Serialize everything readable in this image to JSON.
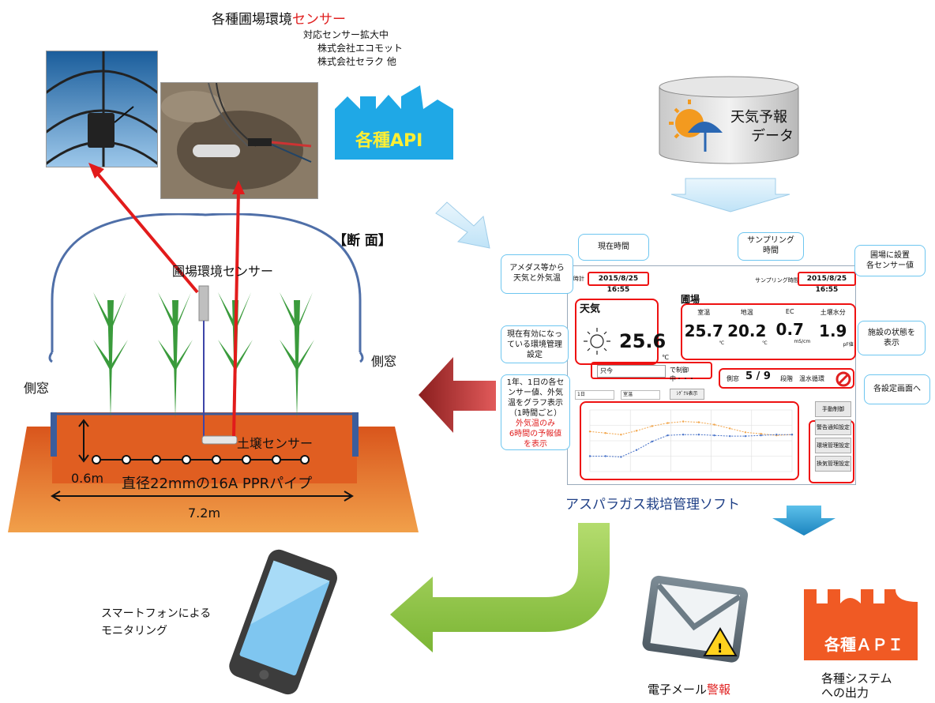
{
  "sensor_section": {
    "title_black": "各種圃場環境",
    "title_red": "センサー",
    "note_line1": "対応センサー拡大中",
    "note_line2": "株式会社エコモット",
    "note_line3": "株式会社セラク  他"
  },
  "api_top": {
    "label": "各種API"
  },
  "weather": {
    "line1": "天気予報",
    "line2": "データ"
  },
  "cross_section": {
    "title": "【断  面】",
    "sensor_label": "圃場環境センサー",
    "side_window_left": "側窓",
    "side_window_right": "側窓",
    "soil_sensor_label": "土壌センサー",
    "depth": "0.6m",
    "pipe_label": "直径22mmの16A  PPRパイプ",
    "width": "7.2m"
  },
  "software": {
    "caption": "アスパラガス栽培管理ソフト",
    "time_label": "時計",
    "current_time": "2015/8/25 16:55",
    "sampling_label": "サンプリング時間",
    "sampling_time": "2015/8/25 16:55",
    "weather_title": "天気",
    "outside_temp": "25.6",
    "temp_unit": "℃",
    "field_title": "圃場",
    "readings": [
      {
        "label": "室温",
        "value": "25.7",
        "unit": "℃"
      },
      {
        "label": "地温",
        "value": "20.2",
        "unit": "℃"
      },
      {
        "label": "EC",
        "value": "0.7",
        "unit": "mS/cm"
      },
      {
        "label": "土壌水分",
        "value": "1.9",
        "unit": "pF値"
      }
    ],
    "mode_value": "只今",
    "mode_suffix": "で制御中・・・",
    "status_label": "側窓",
    "status_value": "5 / 9",
    "status_unit": "段階",
    "heating_label": "温水循環",
    "graph_select1": "1日",
    "graph_select2": "室温",
    "graph_button": "ｼｸﾞﾅﾙ表示",
    "buttons": [
      "手動制御",
      "警告通知設定",
      "環境管理設定",
      "換気管理設定"
    ]
  },
  "callouts": {
    "current_time": "現在時間",
    "sampling": "サンプリング\n時間",
    "amedas": "アメダス等から\n天気と外気温",
    "field_sensors": "圃場に設置\n各センサー値",
    "control_setting": "現在有効になっ\nている環境管理\n設定",
    "facility_status": "施設の状態を\n表示",
    "graph_desc_black": "1年、1日の各セ\nンサー値、外気\n温をグラフ表示\n（1時間ごと）",
    "graph_desc_red": "外気温のみ\n6時間の予報値\nを表示",
    "settings": "各設定画面へ"
  },
  "smartphone": {
    "line1": "スマートフォンによる",
    "line2": "モニタリング"
  },
  "email": {
    "text_black": "電子メール",
    "text_red": "警報"
  },
  "api_bottom": {
    "label": "各種ＡＰＩ",
    "line1": "各種システム",
    "line2": "への出力"
  },
  "colors": {
    "accent_red": "#e02020",
    "api_blue": "#1fa8e6",
    "api_orange": "#f05a24",
    "soil_orange": "#e8772e",
    "arrow_green": "#8cc43c",
    "arrow_blue": "#3aa6d8",
    "arrow_darkred": "#b52a2a"
  },
  "chart_data": {
    "type": "line",
    "series": [
      {
        "values": [
          5.2,
          5.0,
          4.8,
          5.3,
          5.9,
          6.3,
          6.5,
          6.4,
          6.1,
          5.6,
          5.1,
          4.9,
          4.7,
          4.8
        ]
      },
      {
        "values": [
          2.0,
          2.0,
          1.9,
          2.8,
          3.9,
          4.7,
          4.8,
          4.8,
          4.7,
          4.6,
          4.6,
          4.7,
          4.8,
          4.8
        ]
      }
    ],
    "ylim": [
      0,
      8
    ]
  }
}
